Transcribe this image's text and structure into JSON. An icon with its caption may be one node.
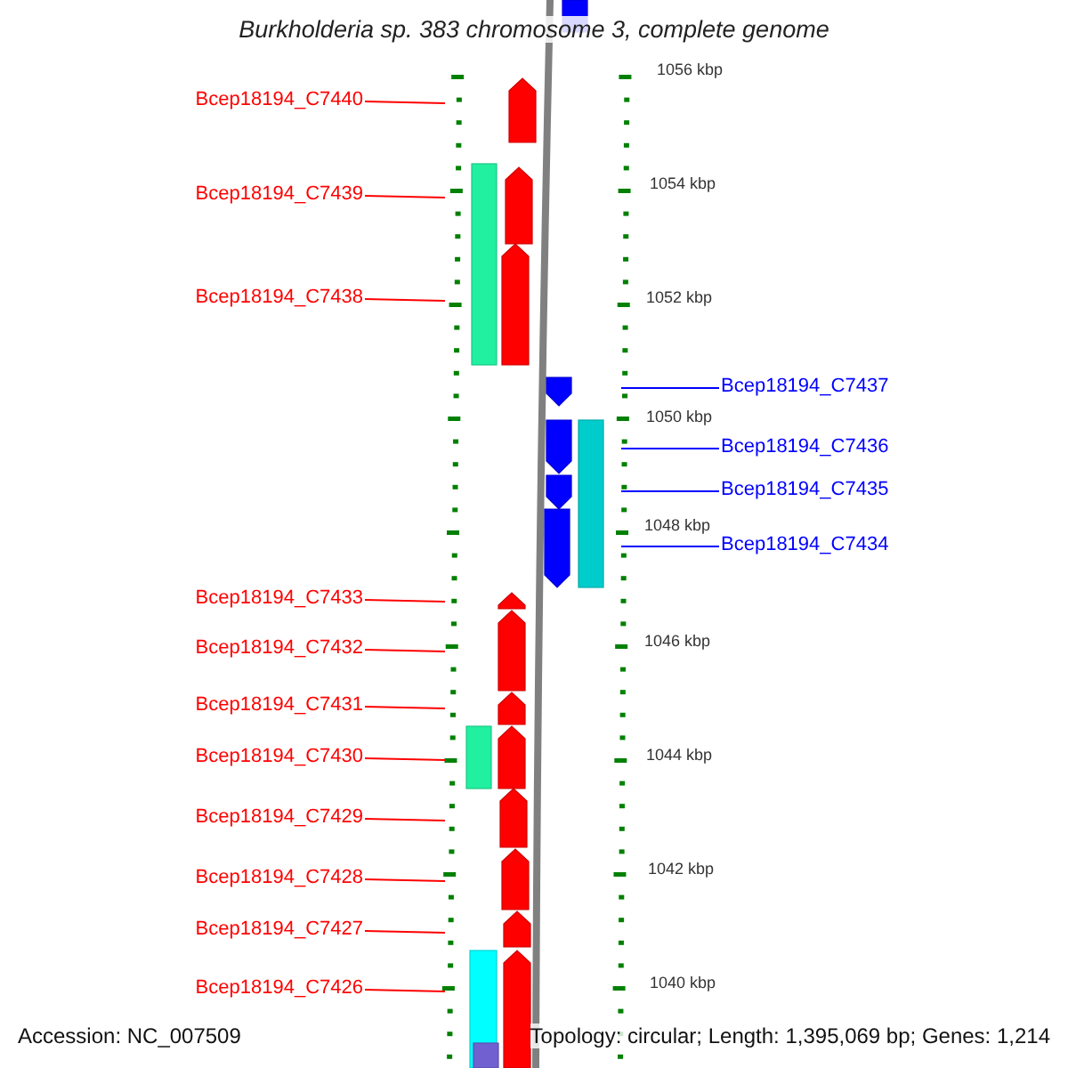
{
  "diagram": {
    "title": "Burkholderia sp. 383 chromosome 3, complete genome",
    "nodes": [
      {
        "text": [
          "Bcep18194_C7440"
        ]
      },
      {
        "text": [
          "Bcep18194_C7439"
        ]
      },
      {
        "text": [
          "Bcep18194_C7438"
        ]
      },
      {
        "text": [
          "Bcep18194_C7437"
        ]
      },
      {
        "text": [
          "Bcep18194_C7436"
        ]
      },
      {
        "text": [
          "Bcep18194_C7435"
        ]
      },
      {
        "text": [
          "Bcep18194_C7434"
        ]
      },
      {
        "text": [
          "Bcep18194_C7433"
        ]
      },
      {
        "text": [
          "Bcep18194_C7432"
        ]
      },
      {
        "text": [
          "Bcep18194_C7431"
        ]
      },
      {
        "text": [
          "Bcep18194_C7430"
        ]
      },
      {
        "text": [
          "Bcep18194_C7429"
        ]
      },
      {
        "text": [
          "Bcep18194_C7428"
        ]
      },
      {
        "text": [
          "Bcep18194_C7427"
        ]
      },
      {
        "text": [
          "Bcep18194_C7426"
        ]
      }
    ],
    "edges": [
      {
        "from": 0,
        "to": null,
        "arrow": "none"
      },
      {
        "from": 1,
        "to": null,
        "arrow": "none"
      },
      {
        "from": 2,
        "to": null,
        "arrow": "none"
      },
      {
        "from": 3,
        "to": null,
        "arrow": "none",
        "color": "#0000ff"
      },
      {
        "from": 4,
        "to": null,
        "arrow": "none",
        "color": "#0000ff"
      },
      {
        "from": 5,
        "to": null,
        "arrow": "none",
        "color": "#0000ff"
      },
      {
        "from": 6,
        "to": null,
        "arrow": "none",
        "color": "#0000ff"
      },
      {
        "from": 7,
        "to": null,
        "arrow": "none"
      },
      {
        "from": 8,
        "to": null,
        "arrow": "none"
      },
      {
        "from": 9,
        "to": null,
        "arrow": "none"
      },
      {
        "from": 10,
        "to": null,
        "arrow": "none"
      },
      {
        "from": 11,
        "to": null,
        "arrow": "none"
      },
      {
        "from": 12,
        "to": null,
        "arrow": "none"
      },
      {
        "from": 13,
        "to": null,
        "arrow": "none"
      },
      {
        "from": 14,
        "to": null,
        "arrow": "none"
      }
    ],
    "labels": [
      "1056 kbp",
      "1054 kbp",
      "1052 kbp",
      "1050 kbp",
      "1048 kbp",
      "1046 kbp",
      "1044 kbp",
      "1042 kbp",
      "1040 kbp",
      "Accession: NC_007509",
      "Topology: circular; Length: 1,395,069 bp; Genes: 1,214"
    ]
  }
}
